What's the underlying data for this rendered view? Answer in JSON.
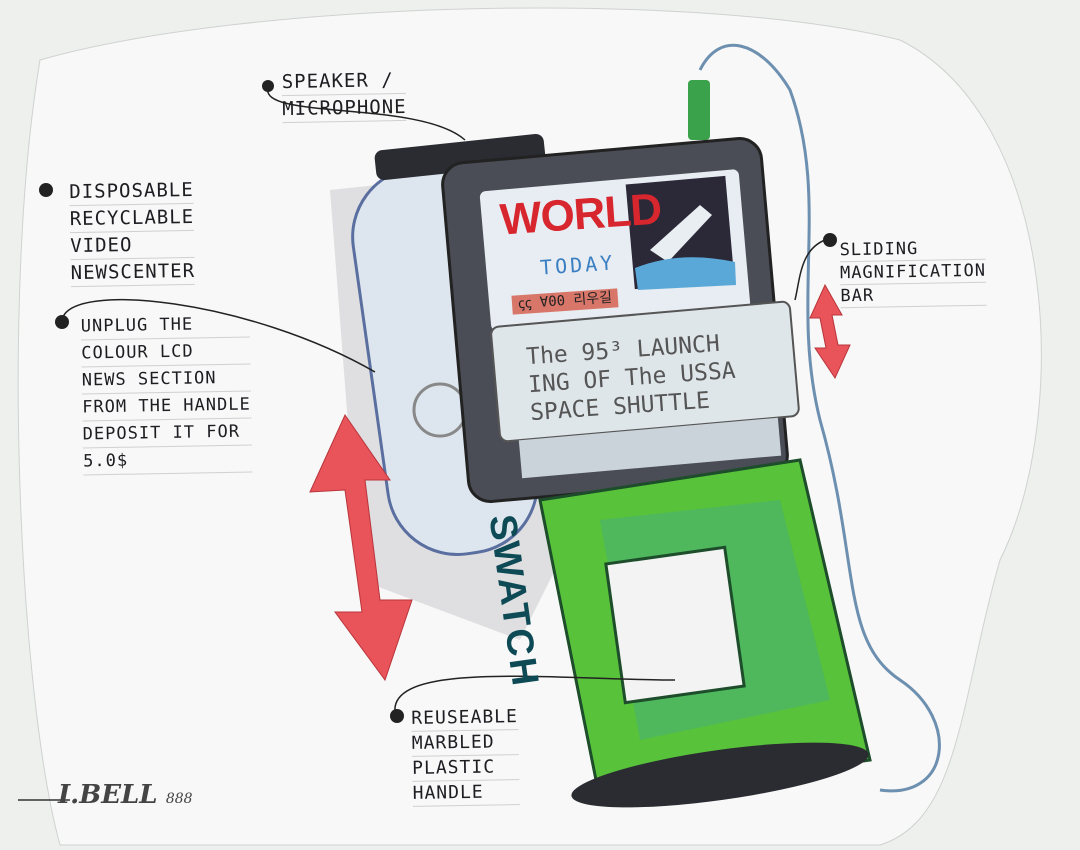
{
  "annotations": {
    "speaker": [
      "SPEAKER /",
      "MICROPHONE"
    ],
    "disposable": [
      "DISPOSABLE",
      "RECYCLABLE",
      "VIDEO",
      "NEWSCENTER"
    ],
    "unplug": [
      "UNPLUG THE",
      "COLOUR LCD",
      "NEWS SECTION",
      "FROM THE HANDLE",
      "DEPOSIT IT FOR",
      "5.0$"
    ],
    "sliding": [
      "SLIDING",
      "MAGNIFICATION",
      "BAR"
    ],
    "handle": [
      "REUSEABLE",
      "MARBLED",
      "PLASTIC",
      "HANDLE"
    ]
  },
  "screen": {
    "masthead": "WORLD",
    "subhead": "TODAY",
    "ticker": "ꞔꞔ ∀00 리우길",
    "headline": [
      "The 95³ LAUNCH",
      "ING OF The USSA",
      "SPACE SHUTTLE"
    ]
  },
  "handle_brand": "SWATCH",
  "signature": {
    "name": "I.BELL",
    "number": "888"
  },
  "colors": {
    "paper": "#eef0ee",
    "handle_green": "#58c23a",
    "arrow_red": "#e9545a",
    "case_grey": "#4a4d55",
    "lcd": "#dfe6ea"
  }
}
